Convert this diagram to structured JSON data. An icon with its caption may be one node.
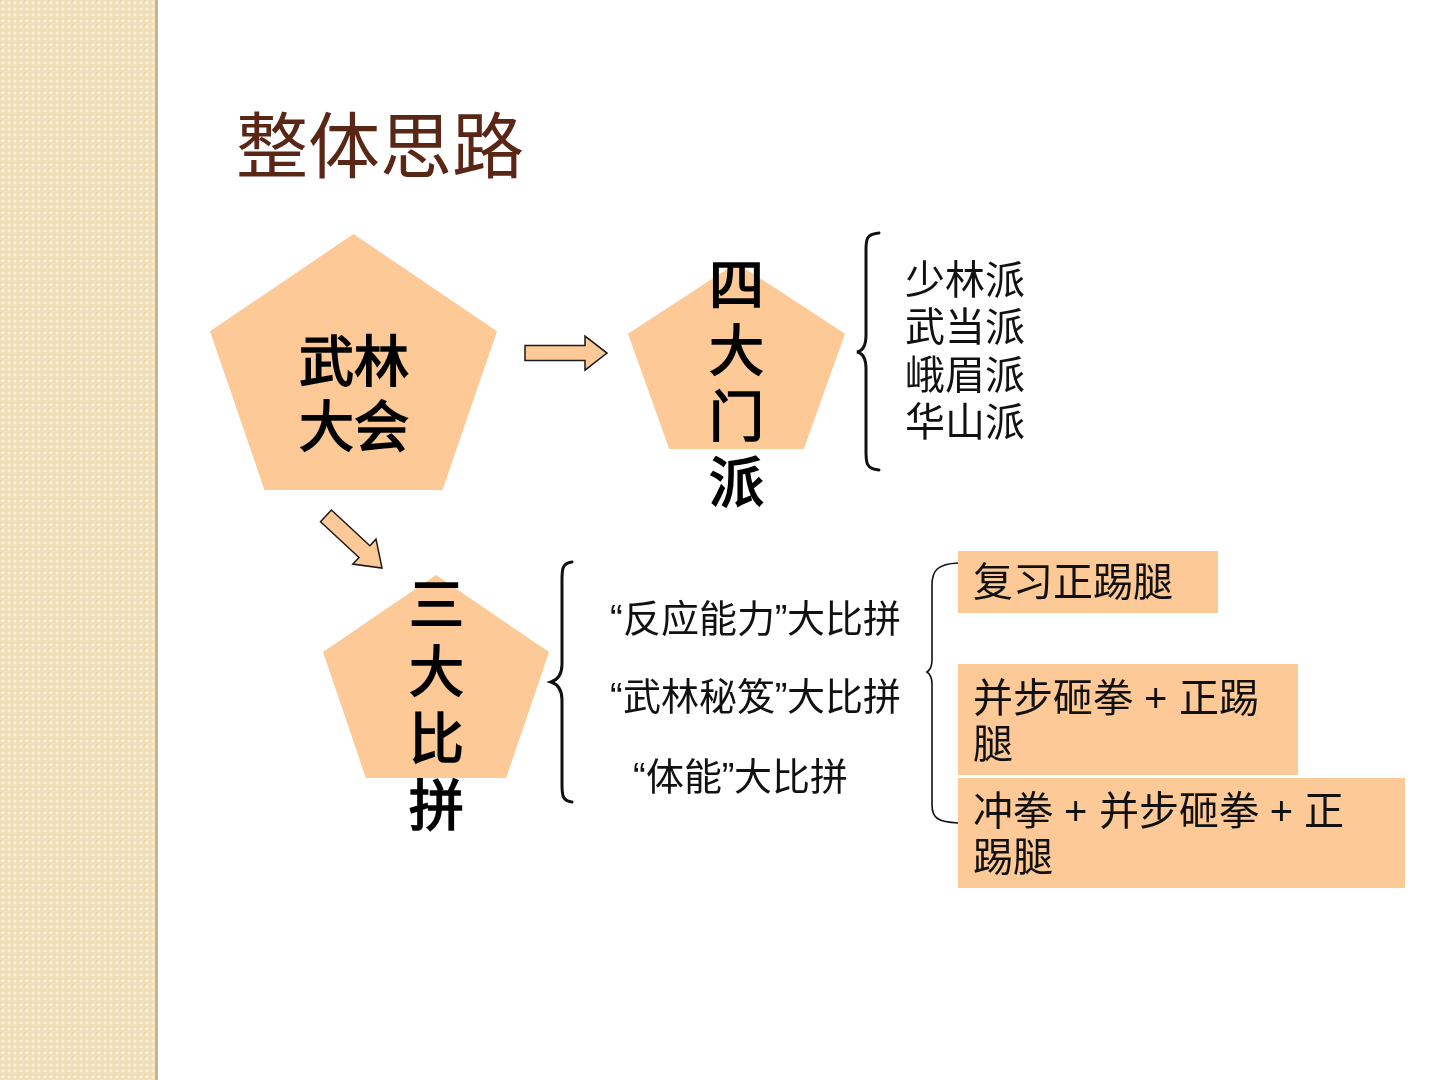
{
  "diagram": {
    "title": "整体思路",
    "nodes": [
      {
        "text": [
          "武林大会"
        ]
      },
      {
        "text": [
          "四大门派"
        ]
      },
      {
        "text": [
          "三大比拼"
        ]
      },
      {
        "text": [
          "复习正踢腿"
        ]
      },
      {
        "text": [
          "并步砸拳 + 正踢腿"
        ]
      },
      {
        "text": [
          "冲拳 + 并步砸拳 + 正踢腿"
        ]
      }
    ],
    "edges": [
      {
        "from": 0,
        "to": 1,
        "arrow": "to"
      },
      {
        "from": 0,
        "to": 2,
        "arrow": "to"
      }
    ],
    "labels": [
      "少林派",
      "武当派",
      "峨眉派",
      "华山派",
      "“反应能力”大比拼",
      "“武林秘笈”大比拼",
      "“体能”大比拼"
    ]
  }
}
